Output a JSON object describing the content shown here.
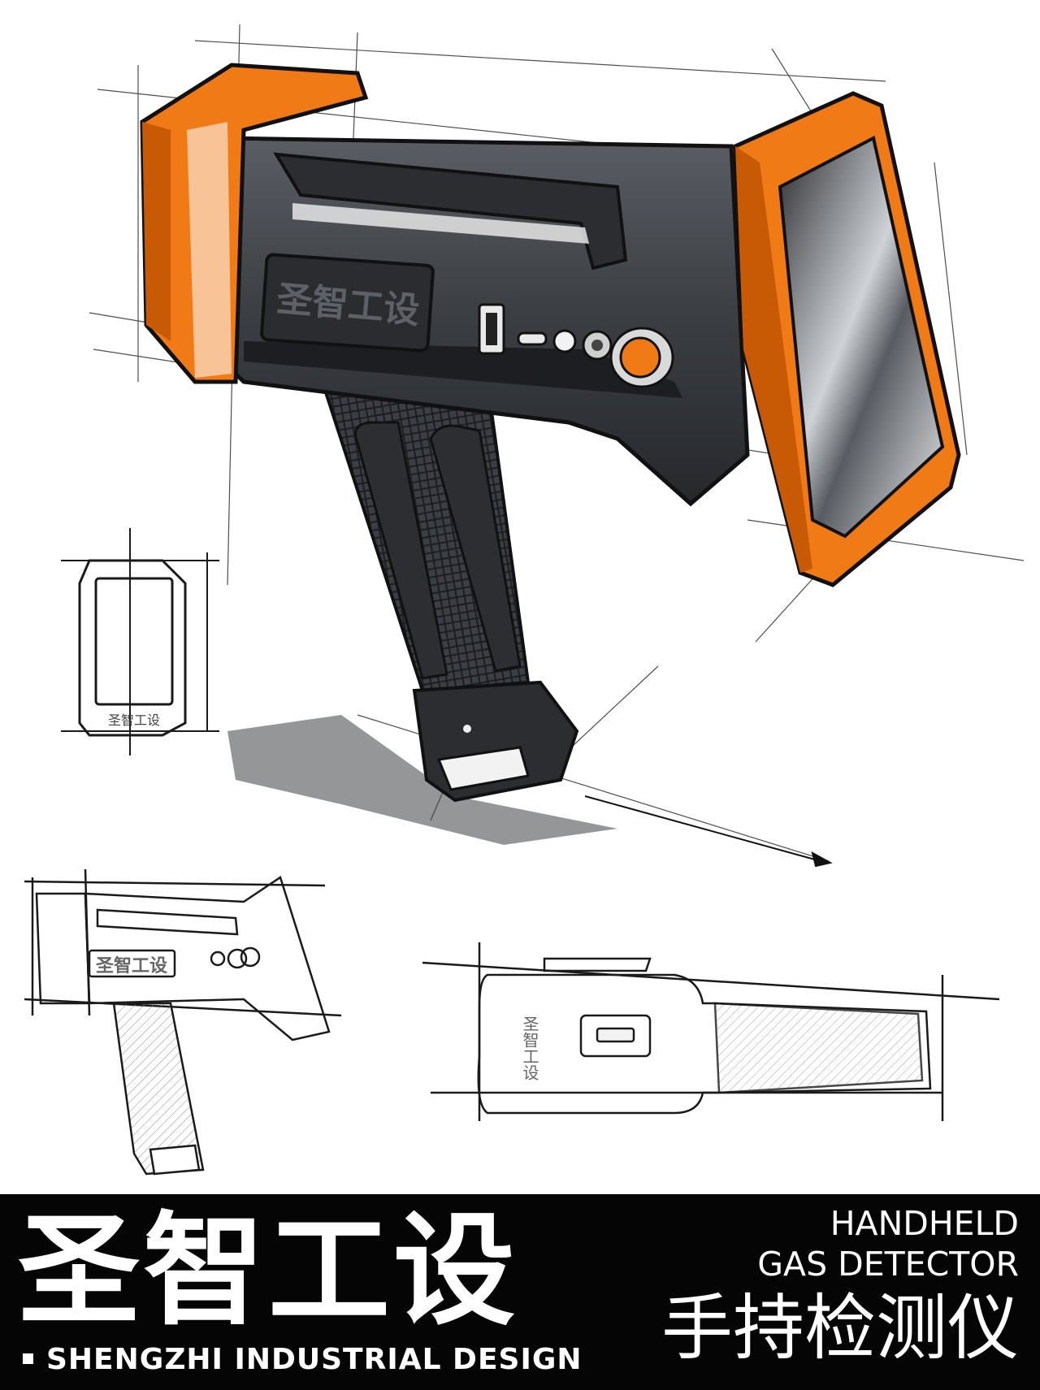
{
  "sketch": {
    "device_logo_text": "圣智工设",
    "small_logo_text": "圣智工设",
    "side_logo_text": "圣智工设",
    "colors": {
      "accent_orange": "#f07a16",
      "body_dark": "#3a3d42",
      "paper": "#ffffff",
      "ink": "#141414"
    },
    "icons": [
      "usb-port-icon",
      "micro-usb-port-icon",
      "indicator-light-icon",
      "sensor-icon",
      "power-button-icon"
    ]
  },
  "banner": {
    "brand_cn": "圣智工设",
    "brand_en": "SHENGZHI INDUSTRIAL DESIGN",
    "product_en_line1": "HANDHELD",
    "product_en_line2": "GAS DETECTOR",
    "product_cn": "手持检测仪"
  }
}
